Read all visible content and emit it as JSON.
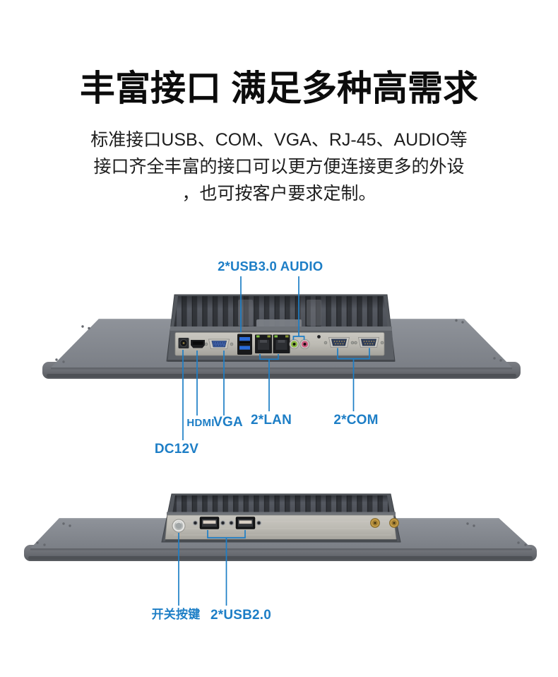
{
  "header": {
    "title": "丰富接口 满足多种高需求",
    "subtitle_lines": [
      "标准接口USB、COM、VGA、RJ-45、AUDIO等",
      "接口齐全丰富的接口可以更方便连接更多的外设",
      "，也可按客户要求定制。"
    ]
  },
  "colors": {
    "label_blue": "#1d7ec6",
    "heading_black": "#0c0c0c",
    "body_text": "#1d1d1d",
    "panel_gray": "#85898f",
    "module_gray": "#53575d",
    "metal_silver": "#bdbbb4"
  },
  "top_figure": {
    "labels": {
      "usb3": "2*USB3.0",
      "audio": "AUDIO",
      "hdmi": "HDMI",
      "vga": "VGA",
      "lan": "2*LAN",
      "com": "2*COM",
      "dc": "DC12V"
    }
  },
  "bottom_figure": {
    "labels": {
      "power": "开关按键",
      "usb2": "2*USB2.0"
    }
  }
}
